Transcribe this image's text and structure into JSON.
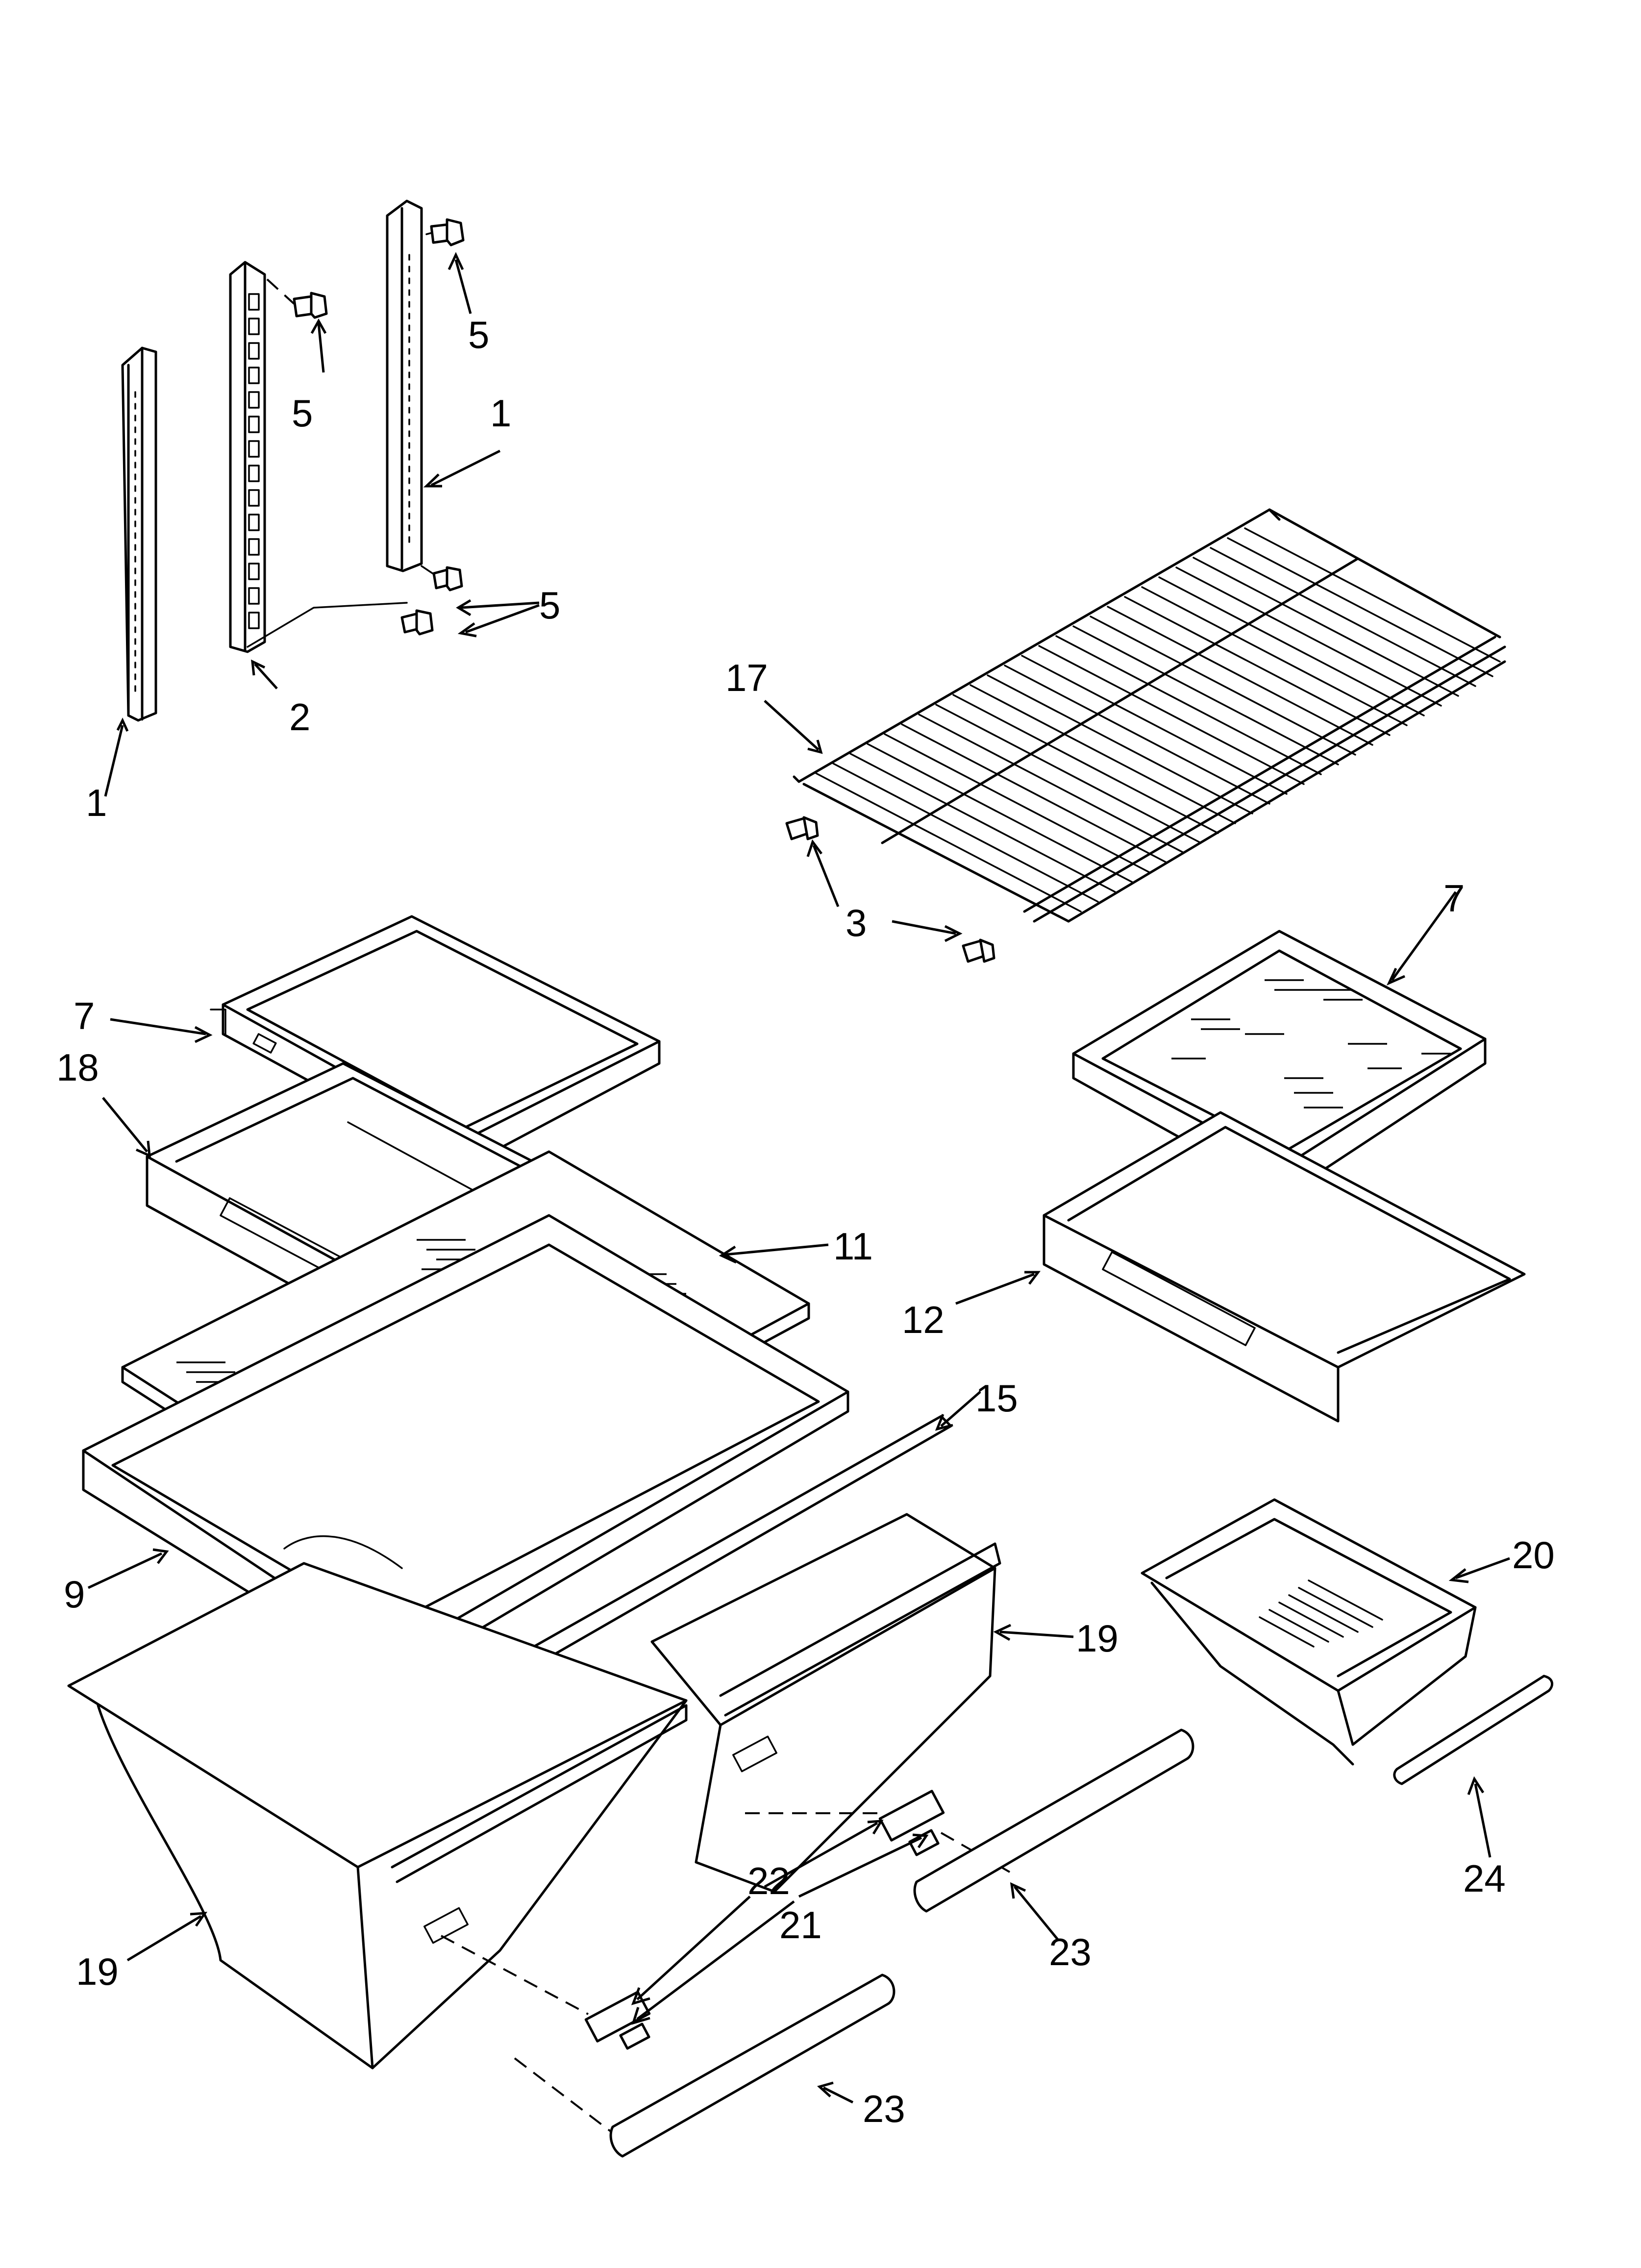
{
  "callouts": {
    "c1a": "1",
    "c1b": "1",
    "c2": "2",
    "c3": "3",
    "c5a": "5",
    "c5b": "5",
    "c5c": "5",
    "c7a": "7",
    "c7b": "7",
    "c9": "9",
    "c11": "11",
    "c12": "12",
    "c15": "15",
    "c17": "17",
    "c18": "18",
    "c19a": "19",
    "c19b": "19",
    "c20": "20",
    "c21": "21",
    "c22": "22",
    "c23a": "23",
    "c23b": "23",
    "c24": "24"
  },
  "colors": {
    "line": "#000000",
    "background": "#ffffff"
  }
}
